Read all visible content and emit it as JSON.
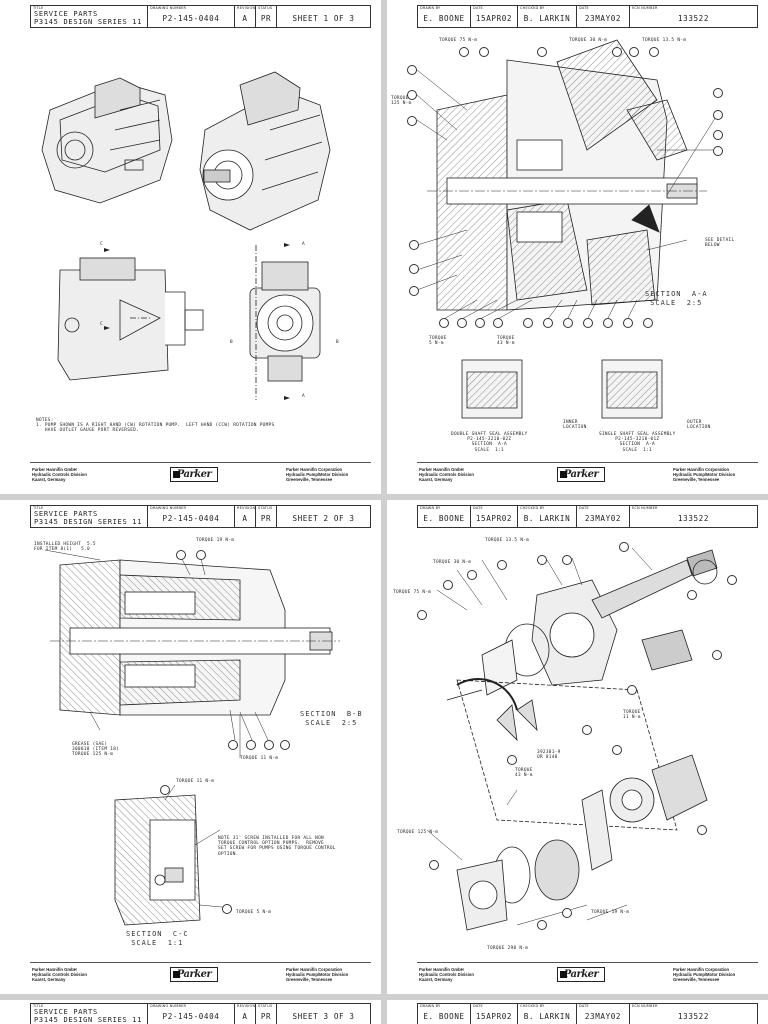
{
  "titleblock_left": {
    "title_label": "TITLE",
    "title_line1": "SERVICE PARTS",
    "title_line2": "P3145 DESIGN SERIES 11",
    "drawing_number_label": "DRAWING NUMBER",
    "drawing_number": "P2-145-0404",
    "revision_label": "REVISION",
    "revision": "A",
    "status_label": "STATUS",
    "status": "PR",
    "sheets": [
      "SHEET 1 OF 3",
      "SHEET 2 OF 3",
      "SHEET 3 OF 3"
    ]
  },
  "titleblock_right": {
    "drawn_by_label": "DRAWN BY",
    "drawn_by": "E. BOONE",
    "date_label": "DATE",
    "date1": "15APR02",
    "checked_by_label": "CHECKED BY",
    "checked_by": "B. LARKIN",
    "date2": "23MAY02",
    "ecn_label": "ECN NUMBER",
    "ecn": "133522"
  },
  "footer": {
    "left": "Parker Hannifin GmbH\nHydraulic Controls Division\nKaarst, Germany",
    "logo": "Parker",
    "right": "Parker Hannifin Corporation\nHydraulic Pump/Motor Division\nGreeneville, Tennessee"
  },
  "sheet1": {
    "view_c_label": "C",
    "view_a_label": "A",
    "view_b_label": "B",
    "notes": "NOTES:\n1. PUMP SHOWN IS A RIGHT HAND (CW) ROTATION PUMP.  LEFT HAND (CCW) ROTATION PUMPS\n   HAVE OUTLET GAUGE PORT REVERSED."
  },
  "sheet2": {
    "section": "SECTION  A-A\nSCALE  2:5",
    "see_detail": "SEE DETAIL\nBELOW",
    "torque_top": "TORQUE 30 N-m",
    "torque_top2": "TORQUE 13.5 N-m",
    "torque_75": "TORQUE 75 N-m",
    "torque_left": "TORQUE\n125 N-m",
    "torque_5": "TORQUE\n5 N-m",
    "torque_43": "TORQUE\n43 N-m",
    "double_seal": "DOUBLE SHAFT SEAL ASSEMBLY\nP2-145-3210-02Z\nSECTION  A-A\nSCALE  1:1",
    "single_seal": "SINGLE SHAFT SEAL ASSEMBLY\nP2-145-3210-01Z\nSECTION  A-A\nSCALE  1:1",
    "inner": "INNER\nLOCATION",
    "outer": "OUTER\nLOCATION"
  },
  "sheet3": {
    "installed_height": "INSTALLED HEIGHT  5.5\nFOR ITEM 8(1)   5.0",
    "torque_19": "TORQUE 19 N-m",
    "section_bb": "SECTION  B-B\nSCALE  2:5",
    "grease": "GREASE (SAE)\n300018 (ITEM 18)\nTORQUE 125 N-m",
    "torque_11": "TORQUE 11 N-m",
    "torque_11b": "TORQUE 11 N-m",
    "note_cc": "NOTE 31' SCREW INSTALLED FOR ALL NON\nTORQUE CONTROL OPTION PUMPS.  REMOVE\nSET SCREW FOR PUMPS USING TORQUE CONTROL\nOPTION.",
    "torque_5": "TORQUE 5 N-m",
    "section_cc": "SECTION  C-C\nSCALE  1:1"
  },
  "sheet4": {
    "torque_135": "TORQUE 13.5 N-m",
    "torque_30": "TORQUE 30 N-m",
    "torque_75": "TORQUE 75 N-m",
    "torque_11": "TORQUE\n11 N-m",
    "torque_43": "TORQUE\n43 N-m",
    "spring": "392301-9\nOR 8140",
    "torque_125": "TORQUE 125 N-m",
    "torque_19": "TORQUE 19 N-m",
    "torque_290": "TORQUE 290 N-m"
  }
}
